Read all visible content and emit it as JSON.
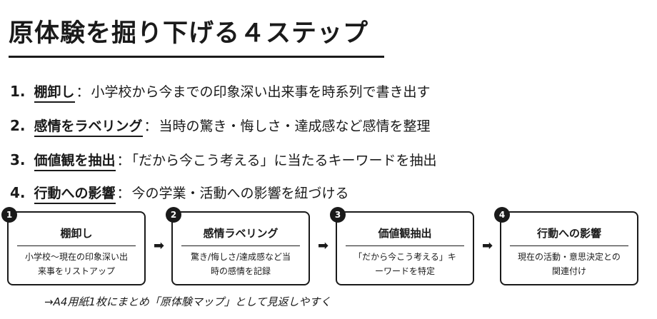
{
  "title": "原体験を掘り下げる４ステップ",
  "steps": [
    {
      "num": "1.",
      "keyword": "棚卸し",
      "colon": "：",
      "desc": "小学校から今までの印象深い出来事を時系列で書き出す"
    },
    {
      "num": "2.",
      "keyword": "感情をラベリング",
      "colon": "：",
      "desc": "当時の驚き・悔しさ・達成感など感情を整理"
    },
    {
      "num": "3.",
      "keyword": "価値観を抽出",
      "colon": "：",
      "desc": "「だから今こう考える」に当たるキーワードを抽出"
    },
    {
      "num": "4.",
      "keyword": "行動への影響",
      "colon": "：",
      "desc": "今の学業・活動への影響を紐づける"
    }
  ],
  "cards": [
    {
      "badge": "1",
      "title": "棚卸し",
      "line1": "小学校〜現在の印象深い出",
      "line2": "来事をリストアップ"
    },
    {
      "badge": "2",
      "title": "感情ラベリング",
      "line1": "驚き/悔しさ/達成感など当",
      "line2": "時の感情を記録"
    },
    {
      "badge": "3",
      "title": "価値観抽出",
      "line1": "「だから今こう考える」キ",
      "line2": "ーワードを特定"
    },
    {
      "badge": "4",
      "title": "行動への影響",
      "line1": "現在の活動・意思決定との",
      "line2": "関連付け"
    }
  ],
  "arrow_glyph": "➡",
  "footer": "→A4用紙1枚にまとめ「原体験マップ」として見返しやすく"
}
